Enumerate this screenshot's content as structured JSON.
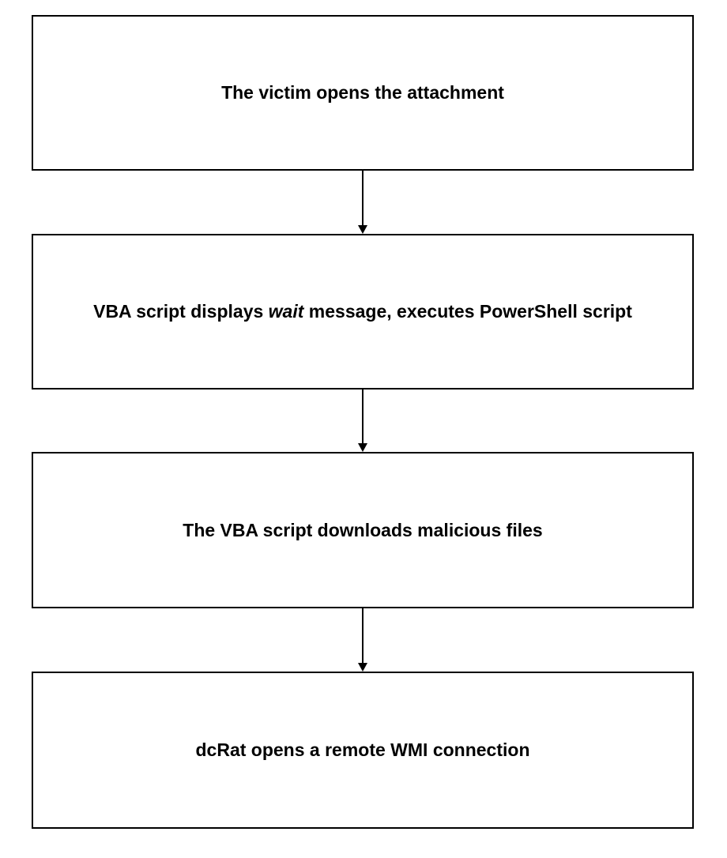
{
  "diagram": {
    "type": "flowchart",
    "direction": "top-down",
    "colors": {
      "background": "#ffffff",
      "box_fill": "#ffffff",
      "box_border": "#000000",
      "text": "#000000",
      "arrow": "#000000"
    },
    "steps": [
      {
        "id": "step-1",
        "parts": [
          {
            "text": "The victim opens the attachment",
            "italic": false
          }
        ]
      },
      {
        "id": "step-2",
        "parts": [
          {
            "text": "VBA script displays ",
            "italic": false
          },
          {
            "text": "wait",
            "italic": true
          },
          {
            "text": " message, executes PowerShell script",
            "italic": false
          }
        ]
      },
      {
        "id": "step-3",
        "parts": [
          {
            "text": "The VBA script downloads malicious files",
            "italic": false
          }
        ]
      },
      {
        "id": "step-4",
        "parts": [
          {
            "text": "dcRat opens a remote WMI connection",
            "italic": false
          }
        ]
      }
    ],
    "connectors": [
      {
        "from": "step-1",
        "to": "step-2",
        "style": "arrow-down"
      },
      {
        "from": "step-2",
        "to": "step-3",
        "style": "arrow-down"
      },
      {
        "from": "step-3",
        "to": "step-4",
        "style": "arrow-down"
      }
    ]
  }
}
